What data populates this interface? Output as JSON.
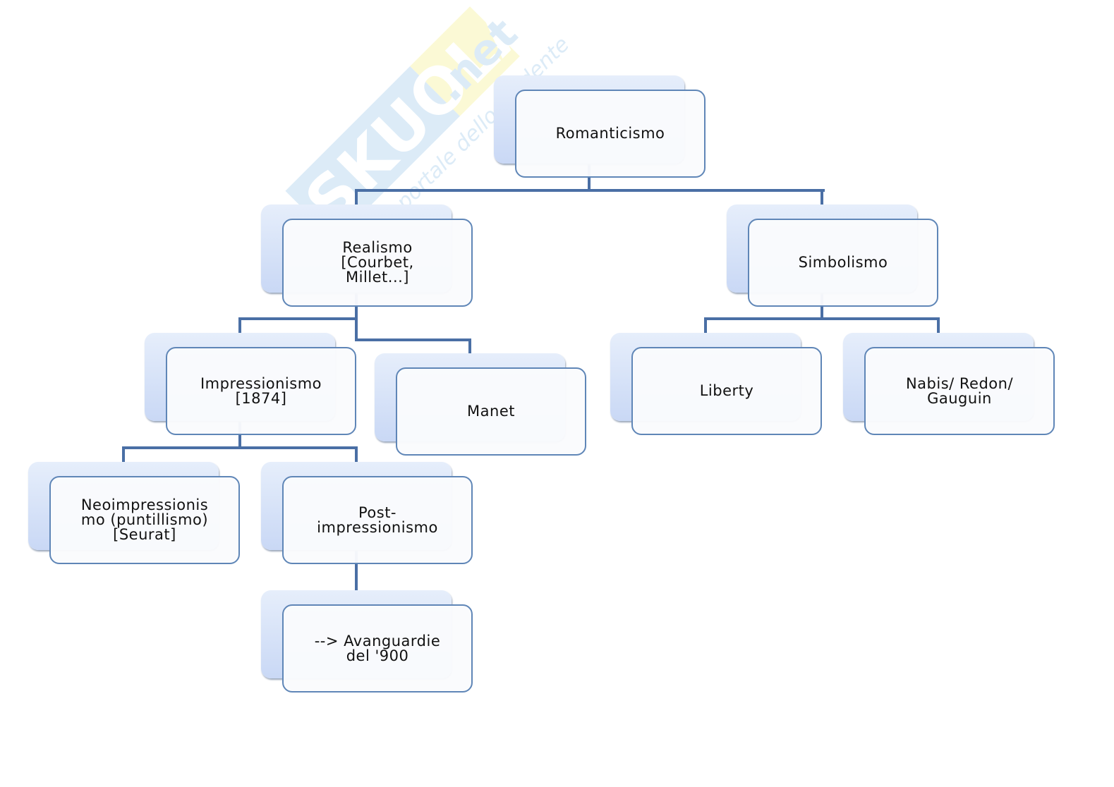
{
  "watermark": {
    "brand": "SKUOLA",
    "tld": ".net",
    "tagline": "portale dello studente"
  },
  "colors": {
    "connector": "#4a6fa5",
    "border": "#5f86b7"
  },
  "nodes": {
    "romanticismo": "Romanticismo",
    "realismo": "Realismo\n[Courbet,\nMillet...]",
    "simbolismo": "Simbolismo",
    "impressionismo": "Impressionismo\n[1874]",
    "manet": "Manet",
    "liberty": "Liberty",
    "nabis": "Nabis/ Redon/\nGauguin",
    "neoimpressionismo": "Neoimpressionis\nmo  (puntillismo)\n[Seurat]",
    "postimpressionismo": "Post-\nimpressionismo",
    "avanguardie": "--> Avanguardie\ndel '900"
  }
}
